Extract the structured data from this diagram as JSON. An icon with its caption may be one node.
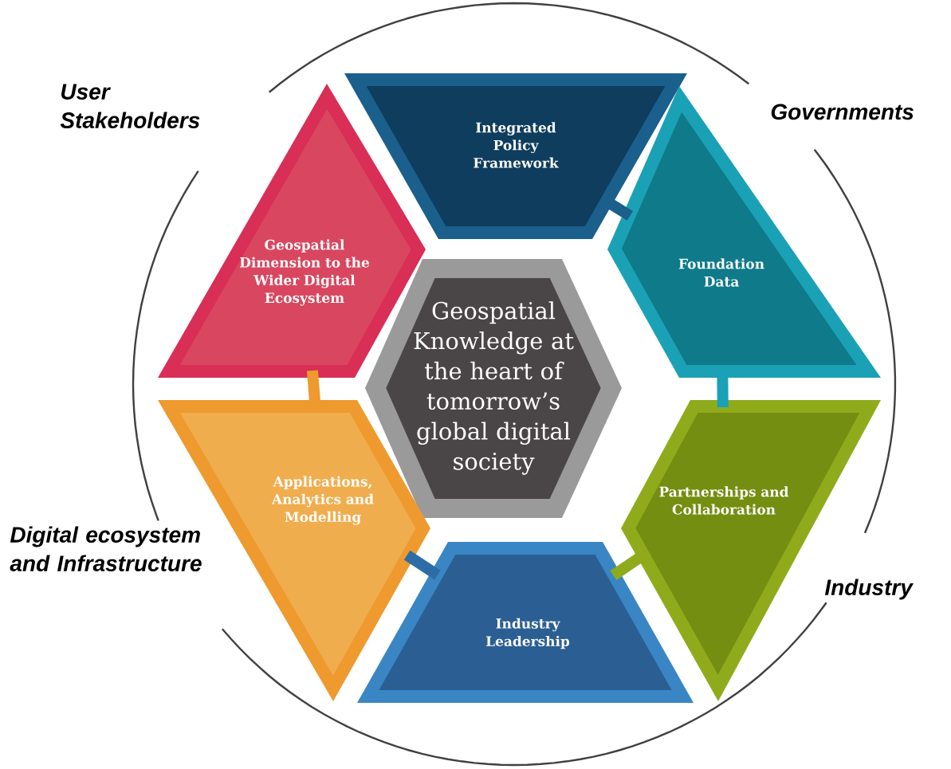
{
  "diagram": {
    "nodes": [
      {
        "text": [
          "Integrated Policy Framework"
        ]
      },
      {
        "text": [
          "Geospatial Dimension to the Wider Digital Ecosystem"
        ]
      },
      {
        "text": [
          "Foundation Data"
        ]
      },
      {
        "text": [
          "Geospatial Knowledge at the heart of tomorrow’s global digital society"
        ]
      },
      {
        "text": [
          "Applications, Analytics and Modelling"
        ]
      },
      {
        "text": [
          "Partnerships and Collaboration"
        ]
      },
      {
        "text": [
          "Industry Leadership"
        ]
      }
    ],
    "edges": [
      {
        "from": 0,
        "to": 2,
        "arrow": "none",
        "color": "#1b5f8c"
      },
      {
        "from": 2,
        "to": 5,
        "arrow": "none",
        "color": "#1aa1b5"
      },
      {
        "from": 5,
        "to": 6,
        "arrow": "none",
        "color": "#8fab1c"
      },
      {
        "from": 6,
        "to": 4,
        "arrow": "none",
        "color": "#2e6ca6"
      },
      {
        "from": 4,
        "to": 1,
        "arrow": "none",
        "color": "#ee9a2e"
      }
    ],
    "labels": [
      "User Stakeholders",
      "Governments",
      "Digital ecosystem and Infrastructure",
      "Industry"
    ]
  }
}
